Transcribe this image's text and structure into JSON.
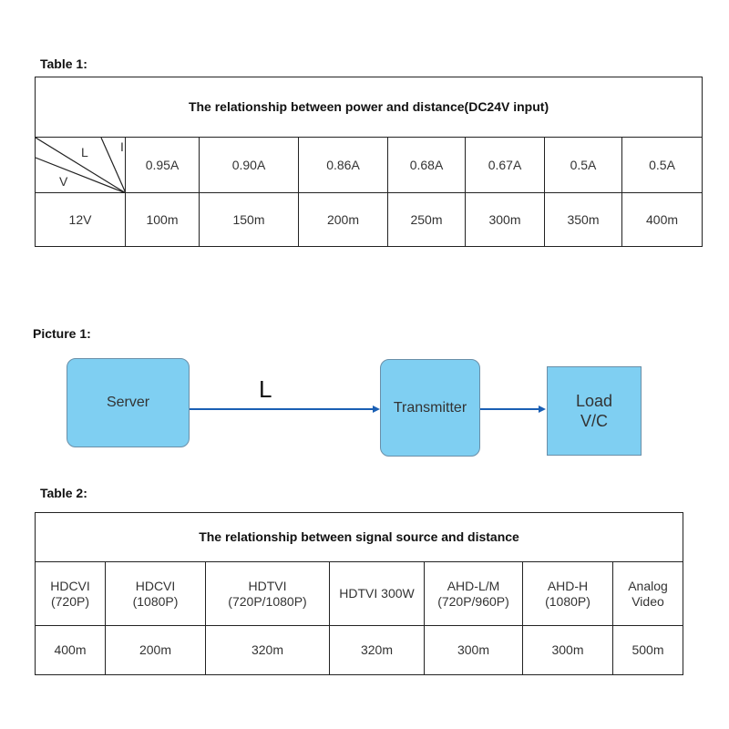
{
  "table1": {
    "caption": "Table 1:",
    "title": "The relationship between power and distance(DC24V input)",
    "corner": {
      "l": "L",
      "i": "I",
      "v": "V"
    },
    "currents": [
      "0.95A",
      "0.90A",
      "0.86A",
      "0.68A",
      "0.67A",
      "0.5A",
      "0.5A"
    ],
    "voltage": "12V",
    "distances": [
      "100m",
      "150m",
      "200m",
      "250m",
      "300m",
      "350m",
      "400m"
    ]
  },
  "picture1": {
    "caption": "Picture 1:",
    "server": "Server",
    "length_label": "L",
    "transmitter": "Transmitter",
    "load_line1": "Load",
    "load_line2": "V/C"
  },
  "table2": {
    "caption": "Table 2:",
    "title": "The relationship between signal source and distance",
    "headers": [
      {
        "line1": "HDCVI",
        "line2": "(720P)"
      },
      {
        "line1": "HDCVI",
        "line2": "(1080P)"
      },
      {
        "line1": "HDTVI",
        "line2": "(720P/1080P)"
      },
      {
        "line1": "HDTVI 300W",
        "line2": ""
      },
      {
        "line1": "AHD-L/M",
        "line2": "(720P/960P)"
      },
      {
        "line1": "AHD-H",
        "line2": "(1080P)"
      },
      {
        "line1": "Analog",
        "line2": "Video"
      }
    ],
    "distances": [
      "400m",
      "200m",
      "320m",
      "320m",
      "300m",
      "300m",
      "500m"
    ]
  },
  "colors": {
    "box_fill": "#7fcff2",
    "box_border": "#6a8fa8",
    "arrow": "#1a5fb4"
  }
}
